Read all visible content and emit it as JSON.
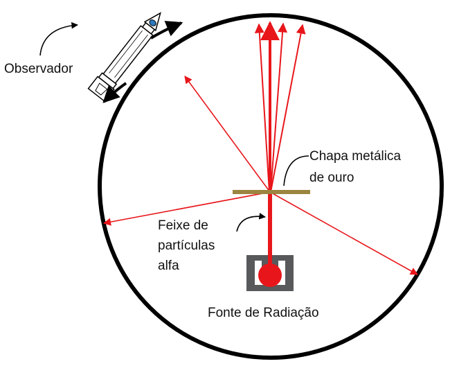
{
  "labels": {
    "observer": "Observador",
    "gold_foil_line1": "Chapa metálica",
    "gold_foil_line2": "de ouro",
    "beam_line1": "Feixe de",
    "beam_line2": "partículas",
    "beam_line3": "alfa",
    "source": "Fonte de Radiação"
  },
  "colors": {
    "rays": "#e8161b",
    "foil": "#9b8440",
    "source_box": "#58595b",
    "source_ball": "#e8161b",
    "outline": "#000000"
  },
  "icons": {
    "observer": "telescope-eye-icon",
    "rotation": "curved-arrow-icon",
    "source": "radiation-source-icon"
  }
}
